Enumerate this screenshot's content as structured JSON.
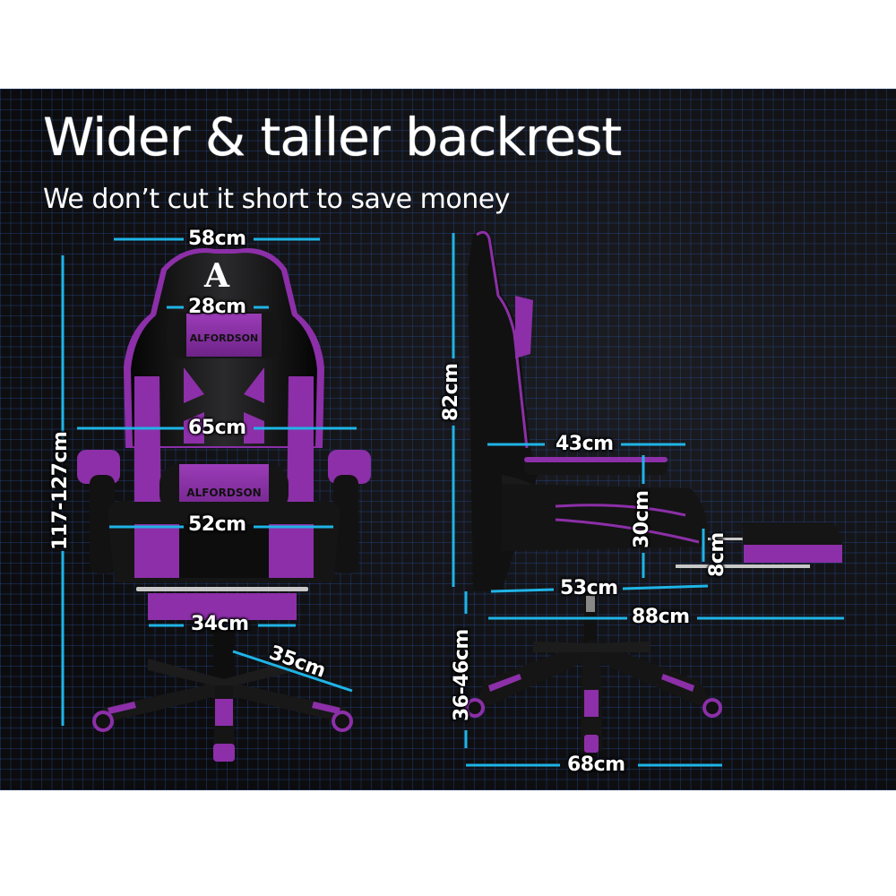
{
  "header": {
    "title": "Wider & taller backrest",
    "subtitle": "We don’t cut it short to save money"
  },
  "colors": {
    "background": "#101114",
    "grid_line": "#28509f",
    "dimension_line": "#1fb4e6",
    "chair_purple": "#8c2fa8",
    "chair_black": "#111111",
    "text": "#ffffff"
  },
  "brand": {
    "logo_letter": "A",
    "name": "ALFORDSON"
  },
  "front_view": {
    "overall_height": "117-127cm",
    "backrest_top_width": "58cm",
    "headrest_pillow_width": "28cm",
    "backrest_width": "65cm",
    "seat_width": "52cm",
    "footrest_width": "34cm",
    "base_leg_length": "35cm"
  },
  "side_view": {
    "backrest_height": "82cm",
    "seat_depth": "43cm",
    "armrest_height": "30cm",
    "footrest_thickness": "8cm",
    "seat_plus_footrest_depth": "53cm",
    "overall_depth": "88cm",
    "seat_height": "36-46cm",
    "base_diameter": "68cm"
  }
}
